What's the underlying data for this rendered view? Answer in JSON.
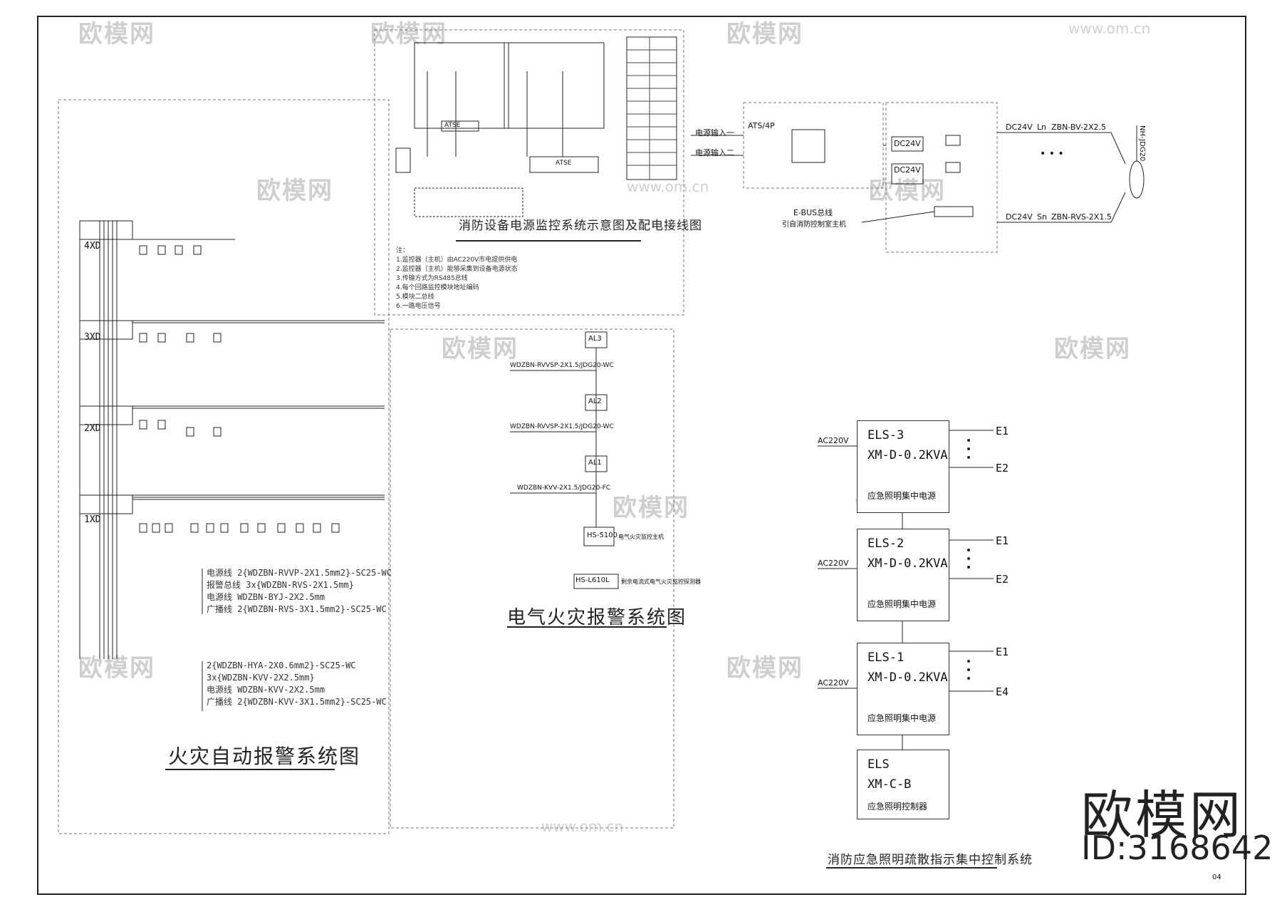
{
  "titles": {
    "fire_alarm": "火灾自动报警系统图",
    "power_monitor": "消防设备电源监控系统示意图及配电接线图",
    "electrical_fire": "电气火灾报警系统图",
    "emergency_lighting": "消防应急照明疏散指示集中控制系统"
  },
  "fire_alarm": {
    "floors": [
      "4XD",
      "3XD",
      "2XD",
      "1XD"
    ],
    "cable_notes": [
      "电源线 2{WDZBN-RVVP-2X1.5mm2}-SC25-WC",
      "报警总线 3x{WDZBN-RVS-2X1.5mm}",
      "电源线 WDZBN-BYJ-2X2.5mm",
      "广播线 2{WDZBN-RVS-3X1.5mm2}-SC25-WC"
    ],
    "cable_notes_2": [
      "2{WDZBN-HYA-2X0.6mm2}-SC25-WC",
      "3x{WDZBN-KVV-2X2.5mm}",
      "电源线 WDZBN-KVV-2X2.5mm",
      "广播线 2{WDZBN-KVV-3X1.5mm2}-SC25-WC"
    ]
  },
  "power_monitor": {
    "notes": [
      "注：",
      "1.监控器（主机）由AC220V市电提供供电",
      "2.监控器（主机）能够采集到设备电源状态",
      "3.传输方式为RS485总线",
      "4.每个回路监控模块地址编码",
      "5.模块二总线",
      "6.一路电压信号"
    ],
    "modules": [
      "ATSE",
      "ATSE"
    ]
  },
  "electrical_fire": {
    "nodes": [
      "AL3",
      "AL2",
      "AL1"
    ],
    "cables": [
      "WDZBN-RVVSP-2X1.5/JDG20-WC",
      "WDZBN-RVVSP-2X1.5/JDG20-WC",
      "WDZBN-KVV-2X1.5/JDG20-FC"
    ],
    "host": "HS-5100",
    "host_label": "电气火灾监控主机",
    "legend_device": "HS-L610L",
    "legend_text": "剩余电流式电气火灾监控探测器"
  },
  "top_right": {
    "input1": "电源输入一",
    "input2": "电源输入二",
    "ats": "ATS/4P",
    "dc1": "DC24V",
    "dc2": "DC24V",
    "right_labels": [
      "DC24V",
      "Ln",
      "ZBN-BV-2X2.5",
      "DC24V",
      "Sn",
      "ZBN-RVS-2X1.5"
    ],
    "ebus": "E-BUS总线",
    "ebus_sub": "引自消防控制室主机",
    "cable_v": "NH-JDG20",
    "dots": "• • •"
  },
  "emergency_lighting": {
    "boxes": [
      {
        "name": "ELS-3",
        "model": "XM-D-0.2KVA",
        "desc": "应急照明集中电源",
        "input": "AC220V",
        "out_top": "E1",
        "out_bottom": "E2"
      },
      {
        "name": "ELS-2",
        "model": "XM-D-0.2KVA",
        "desc": "应急照明集中电源",
        "input": "AC220V",
        "out_top": "E1",
        "out_bottom": "E2"
      },
      {
        "name": "ELS-1",
        "model": "XM-D-0.2KVA",
        "desc": "应急照明集中电源",
        "input": "AC220V",
        "out_top": "E1",
        "out_bottom": "E4"
      },
      {
        "name": "ELS",
        "model": "XM-C-B",
        "desc": "应急照明控制器",
        "input": "",
        "out_top": "",
        "out_bottom": ""
      }
    ]
  },
  "watermark": {
    "text": "欧模网",
    "url": "www.om.cn"
  },
  "brand": {
    "name": "欧模网",
    "id": "ID:3168642",
    "page": "04"
  }
}
